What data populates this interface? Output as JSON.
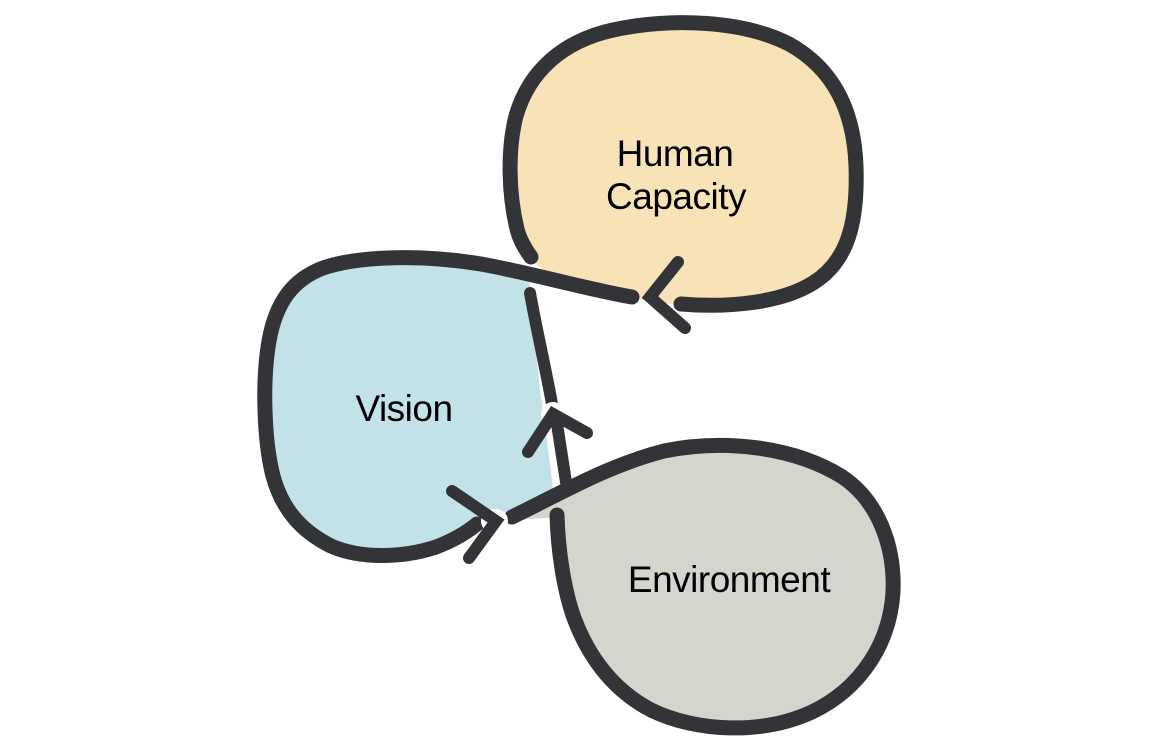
{
  "diagram": {
    "type": "cycle-diagram",
    "background_color": "#ffffff",
    "outline_color": "#333437",
    "text_color": "#000000",
    "nodes": [
      {
        "id": "human-capacity",
        "label": "Human Capacity",
        "label_lines": [
          "Human",
          "Capacity"
        ],
        "fill": "#f8e3b8",
        "position": "top"
      },
      {
        "id": "vision",
        "label": "Vision",
        "label_lines": [
          "Vision"
        ],
        "fill": "#c3e1e9",
        "position": "middle-left"
      },
      {
        "id": "environment",
        "label": "Environment",
        "label_lines": [
          "Environment"
        ],
        "fill": "#d2d6cd",
        "position": "bottom-right"
      }
    ],
    "edges": [
      {
        "from": "human-capacity",
        "to": "vision",
        "arrowhead": "left-chevron"
      },
      {
        "from": "vision",
        "to": "environment",
        "arrowhead": "right-chevron"
      },
      {
        "from": "environment",
        "to": "human-capacity",
        "arrowhead": "up-chevron"
      }
    ]
  }
}
